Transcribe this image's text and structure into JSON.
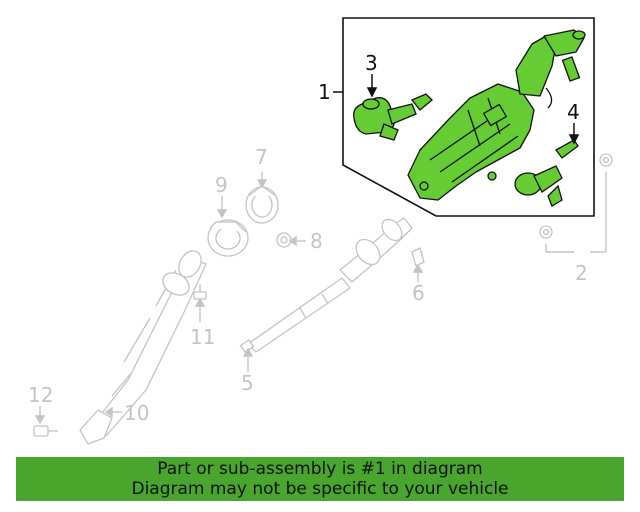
{
  "callouts": {
    "c1": "1",
    "c2": "2",
    "c3": "3",
    "c4": "4",
    "c5": "5",
    "c6": "6",
    "c7": "7",
    "c8": "8",
    "c9": "9",
    "c10": "10",
    "c11": "11",
    "c12": "12"
  },
  "banner": {
    "line1": "Part or sub-assembly is #1 in diagram",
    "line2": "Diagram may not be specific to your vehicle"
  },
  "colors": {
    "highlight_green": "#66cc33",
    "banner_green": "#4aa52e",
    "ghost_gray": "#c4c4c4",
    "outline": "#111111"
  },
  "icons": {
    "steering-column-assembly": "highlighted part",
    "ghost-parts": "unhighlighted related parts"
  }
}
